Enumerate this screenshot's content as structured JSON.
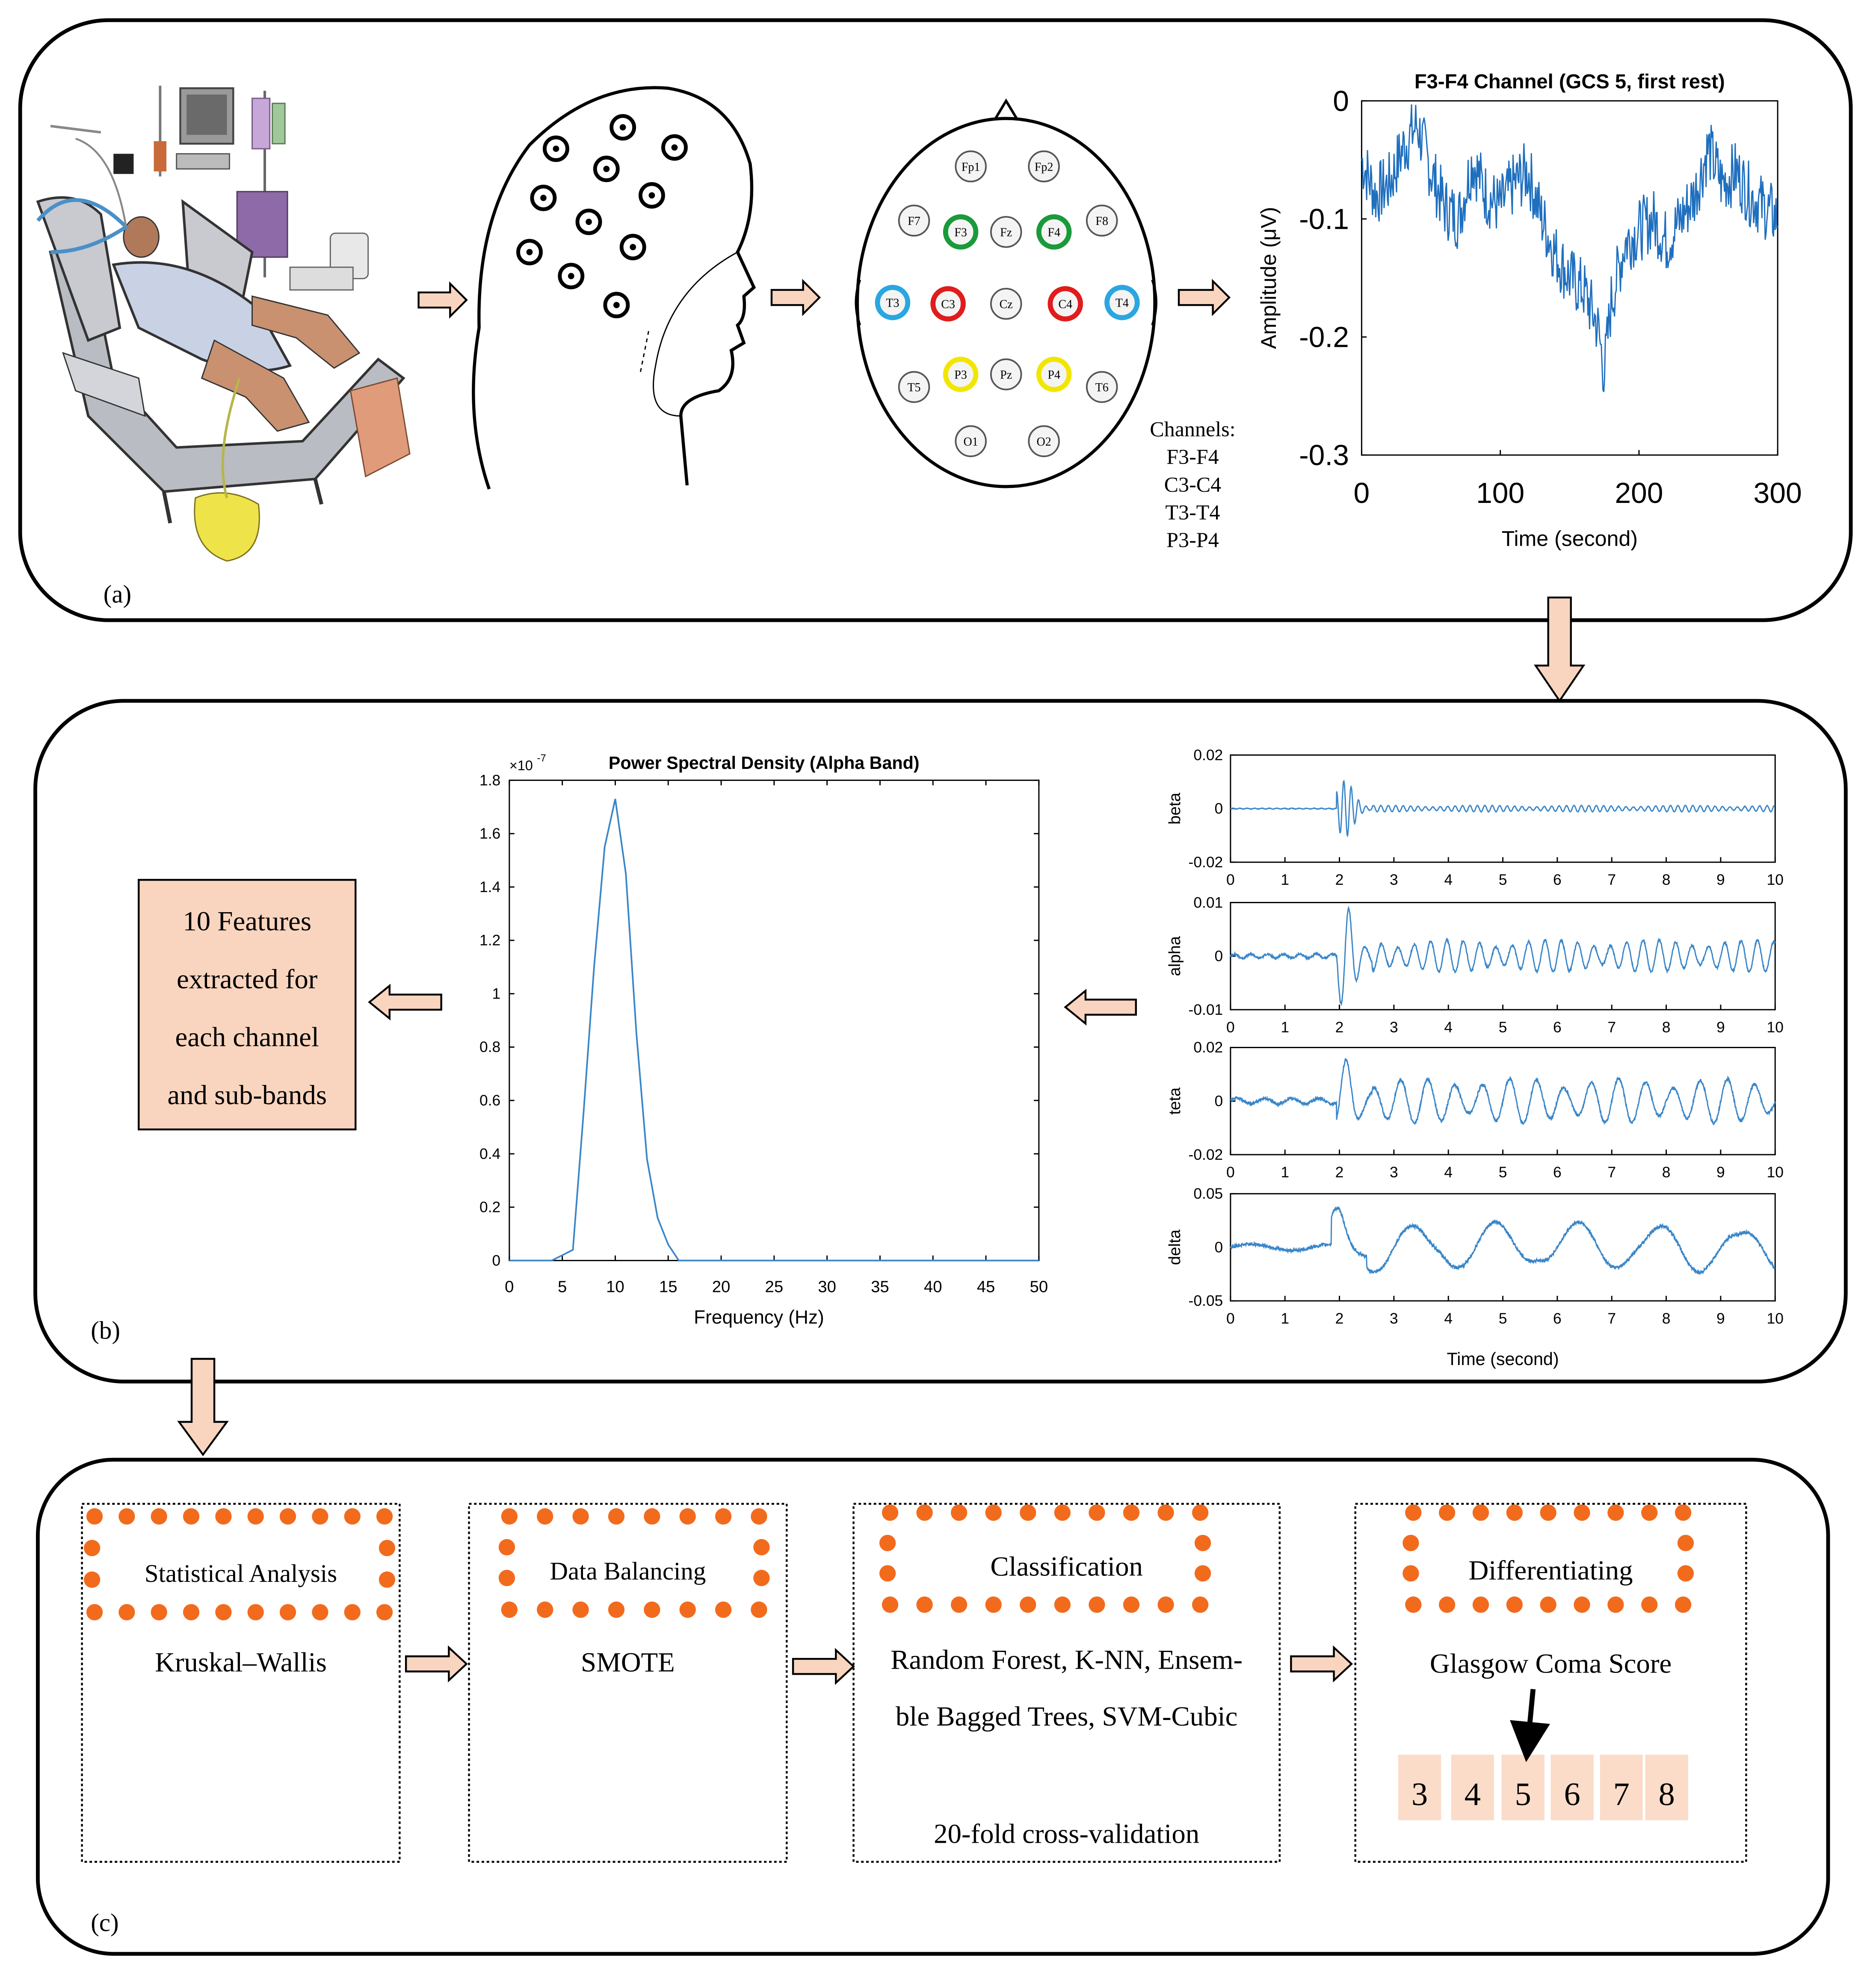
{
  "panels": {
    "a": {
      "label": "(a)"
    },
    "b": {
      "label": "(b)"
    },
    "c": {
      "label": "(c)"
    }
  },
  "electrodes": [
    {
      "name": "Fp1",
      "ring": "none"
    },
    {
      "name": "Fp2",
      "ring": "none"
    },
    {
      "name": "F7",
      "ring": "none"
    },
    {
      "name": "F3",
      "ring": "green"
    },
    {
      "name": "Fz",
      "ring": "none"
    },
    {
      "name": "F4",
      "ring": "green"
    },
    {
      "name": "F8",
      "ring": "none"
    },
    {
      "name": "T3",
      "ring": "blue"
    },
    {
      "name": "C3",
      "ring": "red"
    },
    {
      "name": "Cz",
      "ring": "none"
    },
    {
      "name": "C4",
      "ring": "red"
    },
    {
      "name": "T4",
      "ring": "blue"
    },
    {
      "name": "T5",
      "ring": "none"
    },
    {
      "name": "P3",
      "ring": "yellow"
    },
    {
      "name": "Pz",
      "ring": "none"
    },
    {
      "name": "P4",
      "ring": "yellow"
    },
    {
      "name": "T6",
      "ring": "none"
    },
    {
      "name": "O1",
      "ring": "none"
    },
    {
      "name": "O2",
      "ring": "none"
    }
  ],
  "ring_colors": {
    "green": "#1a9a3a",
    "red": "#e01c1c",
    "blue": "#2aa6e0",
    "yellow": "#f2e600"
  },
  "channels": {
    "title": "Channels:",
    "items": [
      "F3-F4",
      "C3-C4",
      "T3-T4",
      "P3-P4"
    ]
  },
  "features_box": {
    "lines": [
      "10 Features",
      "extracted for",
      "each channel",
      "and sub-bands"
    ],
    "fill": "#f9d5bf"
  },
  "arrow_fill": "#f9d5bf",
  "chart_data": [
    {
      "type": "line",
      "title": "F3-F4 Channel (GCS 5, first rest)",
      "xlabel": "Time (second)",
      "ylabel": "Amplitude (μV)",
      "xlim": [
        0,
        300
      ],
      "ylim": [
        -0.3,
        0
      ],
      "xticks": [
        "0",
        "100",
        "200",
        "300"
      ],
      "yticks": [
        "0",
        "-0.1",
        "-0.2",
        "-0.3"
      ],
      "color": "#1f6fbf",
      "series": [
        {
          "x": [
            0,
            10,
            20,
            30,
            40,
            50,
            60,
            70,
            80,
            90,
            100,
            110,
            120,
            130,
            140,
            150,
            160,
            170,
            175,
            180,
            190,
            200,
            210,
            220,
            230,
            240,
            250,
            260,
            270,
            280,
            290,
            300
          ],
          "values": [
            -0.05,
            -0.08,
            -0.07,
            -0.04,
            -0.02,
            -0.06,
            -0.09,
            -0.1,
            -0.05,
            -0.08,
            -0.09,
            -0.07,
            -0.06,
            -0.1,
            -0.13,
            -0.15,
            -0.16,
            -0.19,
            -0.23,
            -0.17,
            -0.12,
            -0.11,
            -0.1,
            -0.12,
            -0.1,
            -0.08,
            -0.04,
            -0.07,
            -0.06,
            -0.08,
            -0.09,
            -0.1
          ]
        }
      ]
    },
    {
      "type": "line",
      "title": "Power Spectral Density (Alpha Band)",
      "xlabel": "Frequency (Hz)",
      "ylabel": "",
      "exponent": "×10",
      "exponent_power": "-7",
      "xlim": [
        0,
        50
      ],
      "ylim": [
        0,
        1.8
      ],
      "xticks": [
        "0",
        "5",
        "10",
        "15",
        "20",
        "25",
        "30",
        "35",
        "40",
        "45",
        "50"
      ],
      "yticks": [
        "0",
        "0.2",
        "0.4",
        "0.6",
        "0.8",
        "1",
        "1.2",
        "1.4",
        "1.6",
        "1.8"
      ],
      "color": "#3a86c8",
      "series": [
        {
          "x": [
            0,
            1,
            2,
            3,
            4,
            5,
            6,
            7,
            8,
            9,
            10,
            11,
            12,
            13,
            14,
            15,
            16,
            20,
            30,
            40,
            50
          ],
          "values": [
            0,
            0,
            0,
            0,
            0,
            0.02,
            0.04,
            0.55,
            1.1,
            1.55,
            1.73,
            1.45,
            0.85,
            0.38,
            0.16,
            0.06,
            0,
            0,
            0,
            0,
            0
          ]
        }
      ]
    },
    {
      "type": "line",
      "title": "",
      "xlabel": "Time (second)",
      "xticks": [
        "0",
        "1",
        "2",
        "3",
        "4",
        "5",
        "6",
        "7",
        "8",
        "9",
        "10"
      ],
      "xlim": [
        0,
        10
      ],
      "color": "#3a86c8",
      "series": [
        {
          "name": "beta",
          "ylim": [
            -0.02,
            0.02
          ],
          "yticks": [
            "0.02",
            "0",
            "-0.02"
          ],
          "burst_at": 2.1,
          "amplitude": 0.01,
          "freq": 22,
          "base": 0.001
        },
        {
          "name": "alpha",
          "ylim": [
            -0.01,
            0.01
          ],
          "yticks": [
            "0.01",
            "0",
            "-0.01"
          ],
          "burst_at": 2.1,
          "amplitude": 0.0085,
          "freq": 10,
          "base": 0.0025
        },
        {
          "name": "teta",
          "ylim": [
            -0.02,
            0.02
          ],
          "yticks": [
            "0.02",
            "0",
            "-0.02"
          ],
          "burst_at": 2.1,
          "amplitude": 0.012,
          "freq": 6,
          "base": 0.007
        },
        {
          "name": "delta",
          "ylim": [
            -0.05,
            0.05
          ],
          "yticks": [
            "0.05",
            "0",
            "-0.05"
          ],
          "burst_at": 2.0,
          "amplitude": 0.03,
          "freq": 2,
          "base": 0.02
        }
      ]
    }
  ],
  "pipeline": [
    {
      "heading": "Statistical Analysis",
      "body": [
        "Kruskal–Wallis"
      ]
    },
    {
      "heading": "Data Balancing",
      "body": [
        "SMOTE"
      ]
    },
    {
      "heading": "Classification",
      "body": [
        "Random Forest, K-NN, Ensem-",
        "ble Bagged Trees, SVM-Cubic"
      ],
      "note": "20-fold cross-validation"
    },
    {
      "heading": "Differentiating",
      "body": [
        "Glasgow Coma Score"
      ],
      "scores": [
        "3",
        "4",
        "5",
        "6",
        "7",
        "8"
      ],
      "selected_score": "5"
    }
  ],
  "dot_color": "#f26b1d",
  "score_fill": "#fbdcc8"
}
